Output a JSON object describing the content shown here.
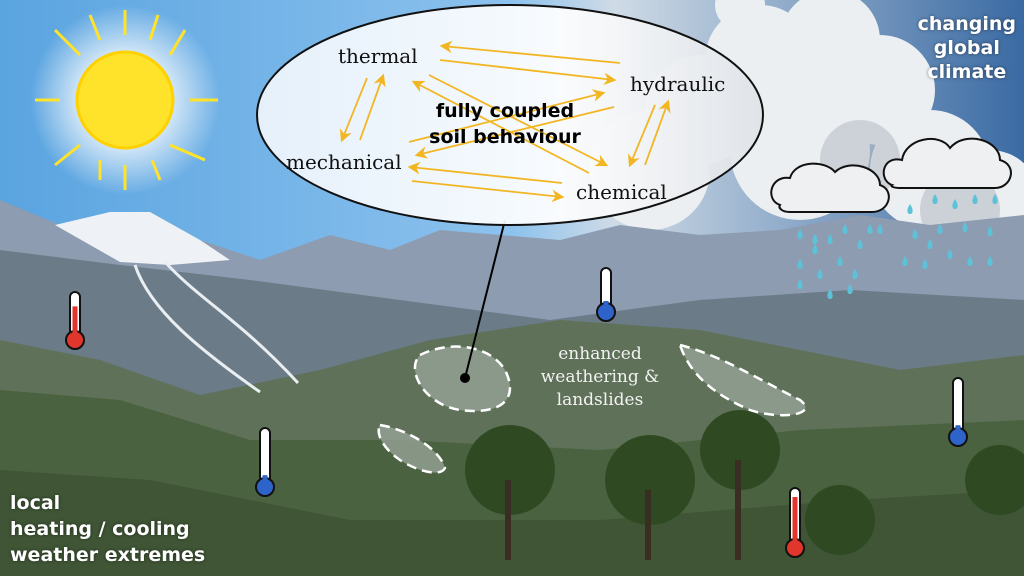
{
  "ellipse": {
    "center_title": [
      "fully coupled",
      "soil behaviour"
    ],
    "nodes": {
      "thermal": "thermal",
      "hydraulic": "hydraulic",
      "mechanical": "mechanical",
      "chemical": "chemical"
    }
  },
  "labels": {
    "global": [
      "changing",
      "global",
      "climate"
    ],
    "local": [
      "local",
      "heating / cooling",
      "weather extremes"
    ],
    "weathering": [
      "enhanced",
      "weathering &",
      "landslides"
    ]
  },
  "colors": {
    "arrow": "#f3b623",
    "sky_left": "#4f98d8",
    "sky_right": "#2d5f9c",
    "sun": "#ffe22a",
    "thermo_hot": "#e0362c",
    "thermo_cold": "#2e64c9"
  }
}
